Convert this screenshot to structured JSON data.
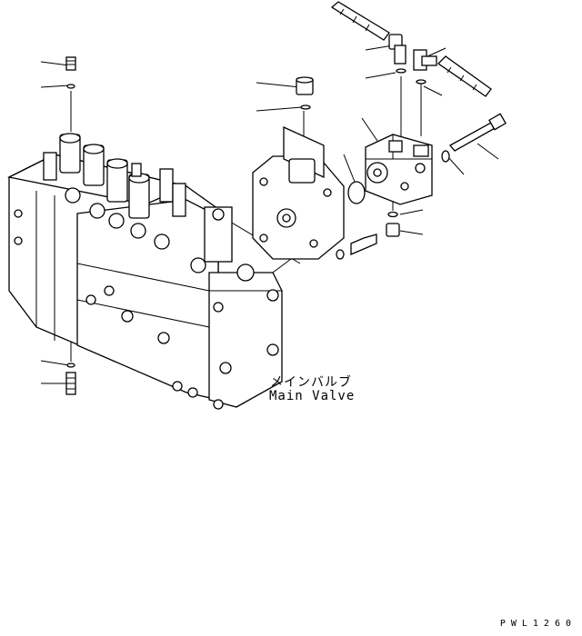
{
  "assembly": {
    "name_jp": "メインバルブ",
    "name_en": "Main Valve"
  },
  "drawing_code": "PWL1260",
  "icons": [
    "main-valve-body",
    "solenoid-block",
    "cover-plate",
    "hose-fitting",
    "elbow-fitting",
    "bolt",
    "plug",
    "o-ring"
  ]
}
